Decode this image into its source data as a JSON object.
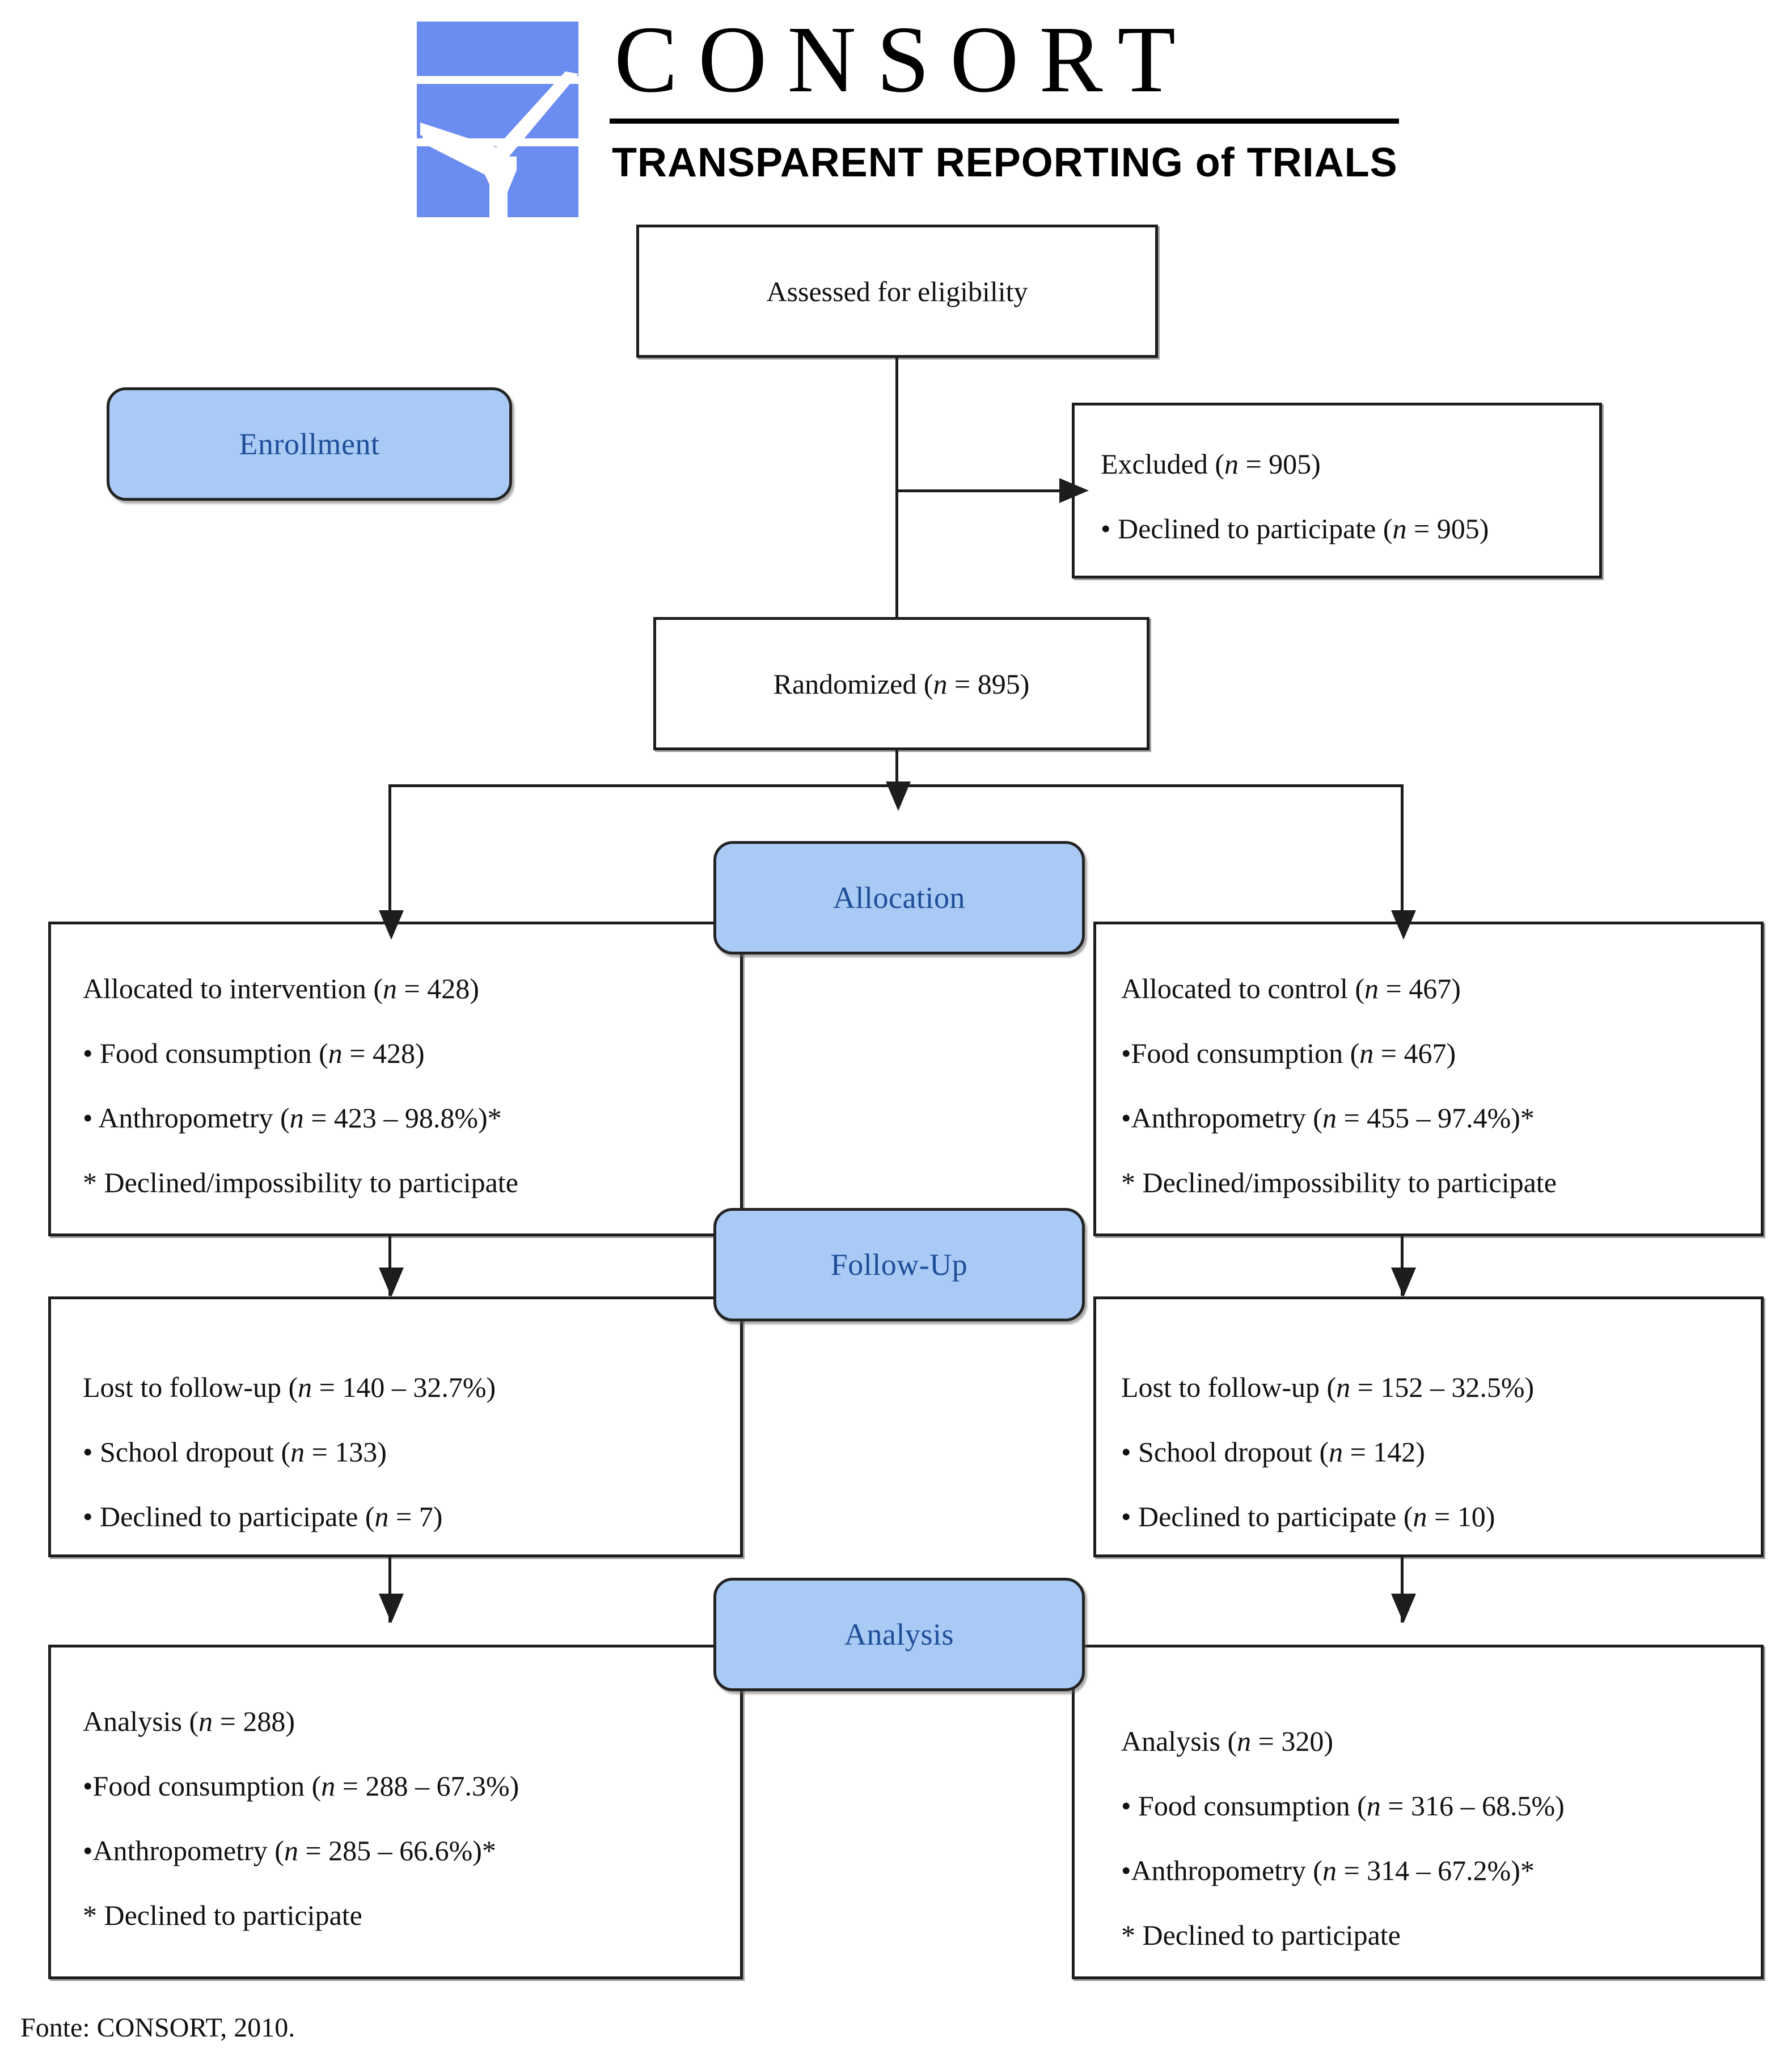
{
  "logo": {
    "wordmark": "CONSORT",
    "tagline": "TRANSPARENT REPORTING of TRIALS",
    "mark_color": "#6b8cf0"
  },
  "theme": {
    "stage_fill": "#a8caf5",
    "stage_text": "#1f4e99",
    "box_border": "#1d1d1d",
    "text": "#111111"
  },
  "stages": [
    {
      "id": "enrollment",
      "label": "Enrollment"
    },
    {
      "id": "allocation",
      "label": "Allocation"
    },
    {
      "id": "followup",
      "label": "Follow-Up"
    },
    {
      "id": "analysis",
      "label": "Analysis"
    }
  ],
  "nodes": {
    "assessed": {
      "title": "Assessed for eligibility"
    },
    "excluded": {
      "heading_pre": "Excluded (",
      "heading_n": "n",
      "heading_post": " = 905)",
      "bullets": [
        {
          "pre": "• Declined to participate (",
          "n": "n",
          "post": " = 905)"
        }
      ]
    },
    "randomized": {
      "pre": "Randomized (",
      "n": "n",
      "post": " = 895)"
    },
    "alloc_left": {
      "lines": [
        {
          "pre": "Allocated to intervention (",
          "n": "n",
          "post": " = 428)"
        },
        {
          "pre": "• Food consumption (",
          "n": "n",
          "post": " = 428)"
        },
        {
          "pre": "• Anthropometry (",
          "n": "n",
          "post": " = 423 – 98.8%)*"
        },
        {
          "pre": "* Declined/impossibility to participate",
          "n": "",
          "post": ""
        }
      ]
    },
    "alloc_right": {
      "lines": [
        {
          "pre": "Allocated to control (",
          "n": "n",
          "post": " = 467)"
        },
        {
          "pre": "•Food consumption (",
          "n": "n",
          "post": " = 467)"
        },
        {
          "pre": "•Anthropometry (",
          "n": "n",
          "post": " = 455 – 97.4%)*"
        },
        {
          "pre": "* Declined/impossibility to participate",
          "n": "",
          "post": ""
        }
      ]
    },
    "follow_left": {
      "lines": [
        {
          "pre": "Lost to follow-up (",
          "n": "n",
          "post": " = 140 – 32.7%)"
        },
        {
          "pre": "• School dropout (",
          "n": "n",
          "post": " = 133)"
        },
        {
          "pre": "• Declined to participate (",
          "n": "n",
          "post": " = 7)"
        }
      ]
    },
    "follow_right": {
      "lines": [
        {
          "pre": "Lost to follow-up (",
          "n": "n",
          "post": " = 152 – 32.5%)"
        },
        {
          "pre": "• School dropout (",
          "n": "n",
          "post": " = 142)"
        },
        {
          "pre": "• Declined to participate (",
          "n": "n",
          "post": " = 10)"
        }
      ]
    },
    "analysis_left": {
      "lines": [
        {
          "pre": "Analysis (",
          "n": "n",
          "post": " = 288)"
        },
        {
          "pre": "•Food consumption (",
          "n": "n",
          "post": " = 288 – 67.3%)"
        },
        {
          "pre": "•Anthropometry (",
          "n": "n",
          "post": " = 285 – 66.6%)*"
        },
        {
          "pre": "* Declined to participate",
          "n": "",
          "post": ""
        }
      ]
    },
    "analysis_right": {
      "lines": [
        {
          "pre": "Analysis (",
          "n": "n",
          "post": " = 320)"
        },
        {
          "pre": "• Food consumption (",
          "n": "n",
          "post": " = 316 – 68.5%)"
        },
        {
          "pre": "•Anthropometry (",
          "n": "n",
          "post": " = 314 – 67.2%)*"
        },
        {
          "pre": "* Declined to participate",
          "n": "",
          "post": ""
        }
      ]
    }
  },
  "footer": {
    "source": "Fonte: CONSORT, 2010."
  }
}
